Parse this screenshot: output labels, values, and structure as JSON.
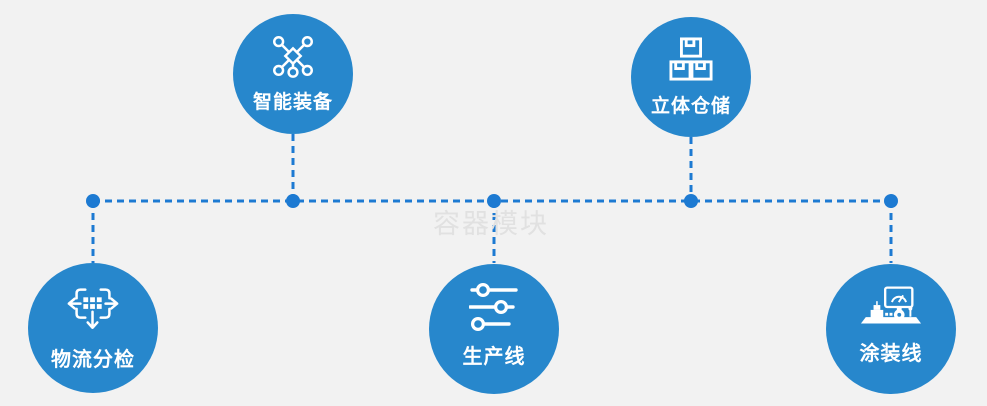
{
  "colors": {
    "bg": "#f2f2f2",
    "circle-blue": "#2787cc",
    "connector-blue": "#1d7ad2",
    "icon-white": "#ffffff",
    "label-white": "#ffffff",
    "watermark-gray": "#e1e1e1"
  },
  "watermark": "容器模块",
  "nodes": [
    {
      "id": "smart-equipment",
      "label": "智能装备",
      "icon": "network-nodes-icon",
      "row": "top"
    },
    {
      "id": "warehouse",
      "label": "立体仓储",
      "icon": "stacked-boxes-icon",
      "row": "top"
    },
    {
      "id": "logistics-sorting",
      "label": "物流分检",
      "icon": "sorting-arrows-icon",
      "row": "bottom"
    },
    {
      "id": "production-line",
      "label": "生产线",
      "icon": "sliders-icon",
      "row": "bottom"
    },
    {
      "id": "painting-line",
      "label": "涂装线",
      "icon": "control-station-icon",
      "row": "bottom"
    }
  ]
}
